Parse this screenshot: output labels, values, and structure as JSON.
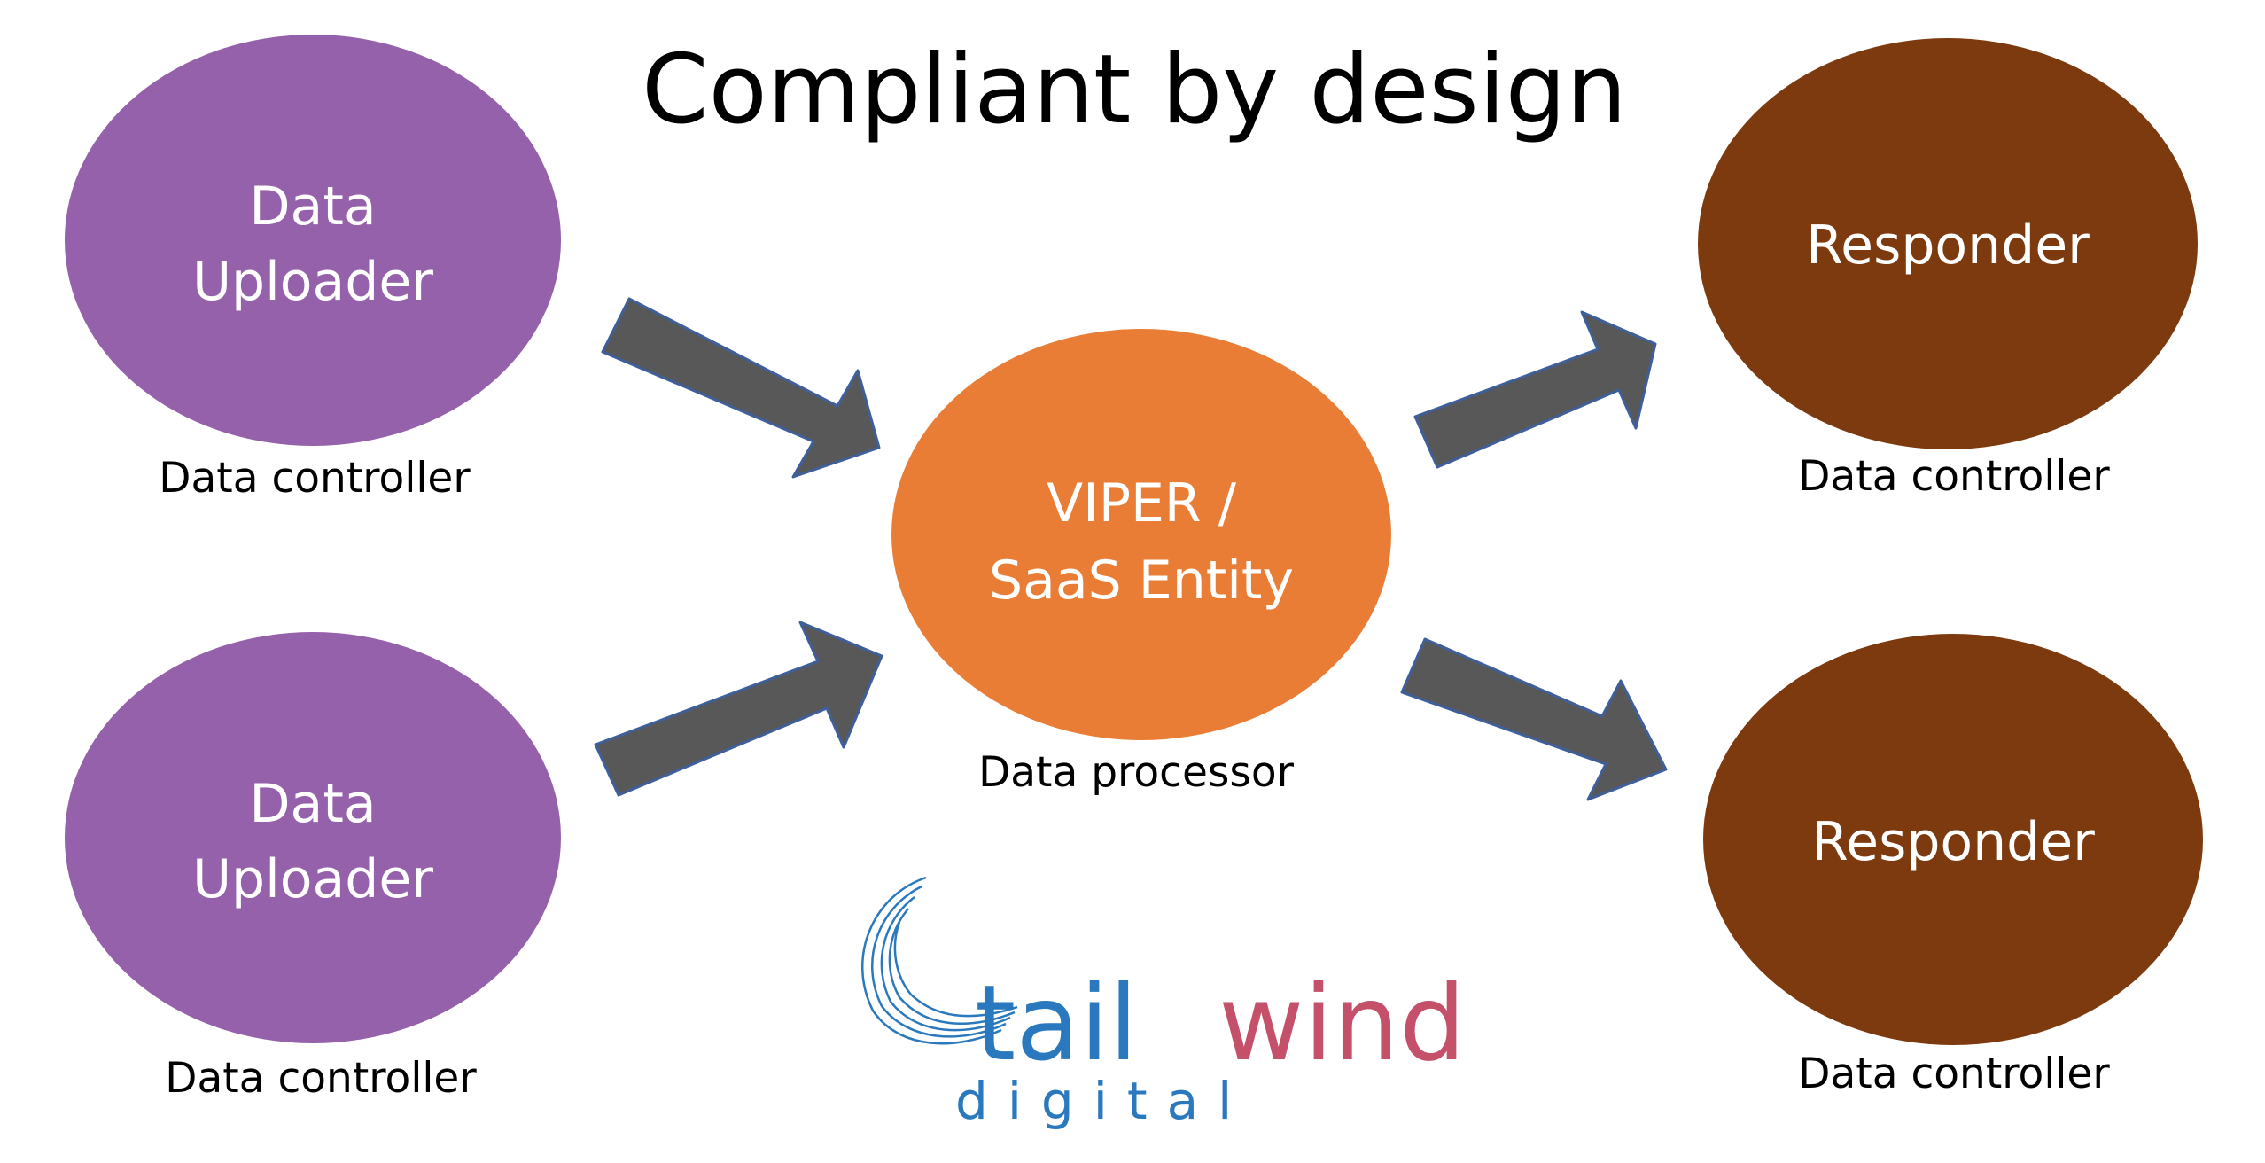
{
  "title": "Compliant by design",
  "colors": {
    "uploader": "#9461aa",
    "processor": "#ea7d35",
    "responder": "#7d3a0f",
    "arrow": "#585858",
    "arrow_stroke": "#3f5f9a",
    "logo_blue": "#2a78bd",
    "logo_pink": "#c4506a"
  },
  "nodes": {
    "uploader_top": {
      "line1": "Data",
      "line2": "Uploader",
      "role": "Data controller"
    },
    "uploader_bottom": {
      "line1": "Data",
      "line2": "Uploader",
      "role": "Data controller"
    },
    "processor": {
      "line1": "VIPER /",
      "line2": "SaaS Entity",
      "role": "Data processor"
    },
    "responder_top": {
      "line1": "Responder",
      "role": "Data controller"
    },
    "responder_bottom": {
      "line1": "Responder",
      "role": "Data controller"
    }
  },
  "logo": {
    "word_part1": "tail",
    "word_part2": "wind",
    "subtitle": "digital"
  }
}
